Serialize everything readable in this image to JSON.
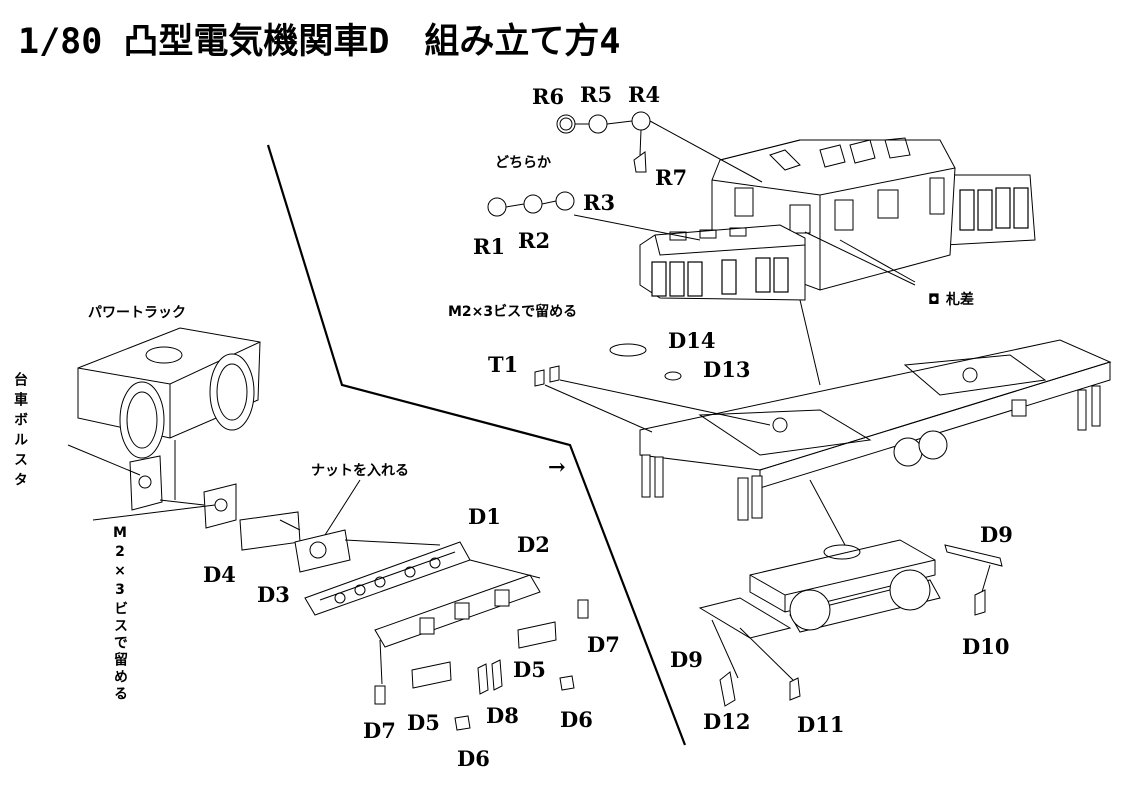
{
  "title": "1/80 凸型電気機関車D　組み立て方4",
  "parts": {
    "R1": "R1",
    "R2": "R2",
    "R3": "R3",
    "R4": "R4",
    "R5": "R5",
    "R6": "R6",
    "R7": "R7",
    "D1": "D1",
    "D2": "D2",
    "D3": "D3",
    "D4": "D4",
    "D5": "D5",
    "D6": "D6",
    "D7": "D7",
    "D8": "D8",
    "D9": "D9",
    "D10": "D10",
    "D11": "D11",
    "D12": "D12",
    "D13": "D13",
    "D14": "D14",
    "T1": "T1"
  },
  "notes": {
    "either": "どちらか",
    "fudasashi": "札差",
    "screw_top": "M2×3ビスで留める",
    "power_truck": "パワートラック",
    "bolster": "台車ボルスタ",
    "screw_side": "M2×3ビスで留める",
    "nut": "ナットを入れる"
  },
  "symbols": {
    "arrow": "→",
    "fudasashi_icon": "◘"
  }
}
